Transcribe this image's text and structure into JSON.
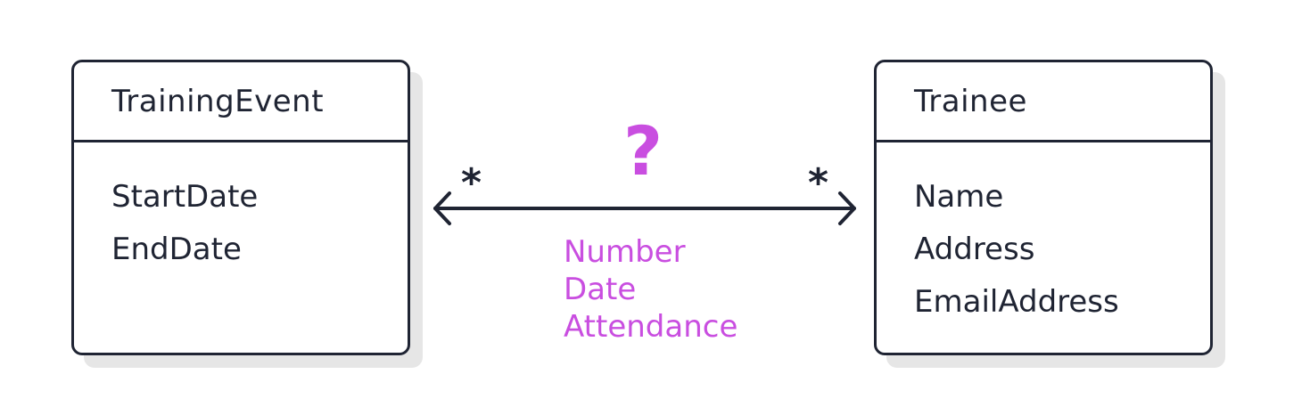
{
  "colors": {
    "ink": "#1f2433",
    "accent": "#c94ee0",
    "shadow": "#e6e6e6",
    "background": "#ffffff"
  },
  "left_class": {
    "name": "TrainingEvent",
    "attributes": [
      "StartDate",
      "EndDate"
    ]
  },
  "right_class": {
    "name": "Trainee",
    "attributes": [
      "Name",
      "Address",
      "EmailAddress"
    ]
  },
  "association": {
    "left_multiplicity": "*",
    "right_multiplicity": "*",
    "label": "?",
    "attributes": [
      "Number",
      "Date",
      "Attendance"
    ],
    "arrowheads": "both-ends"
  }
}
